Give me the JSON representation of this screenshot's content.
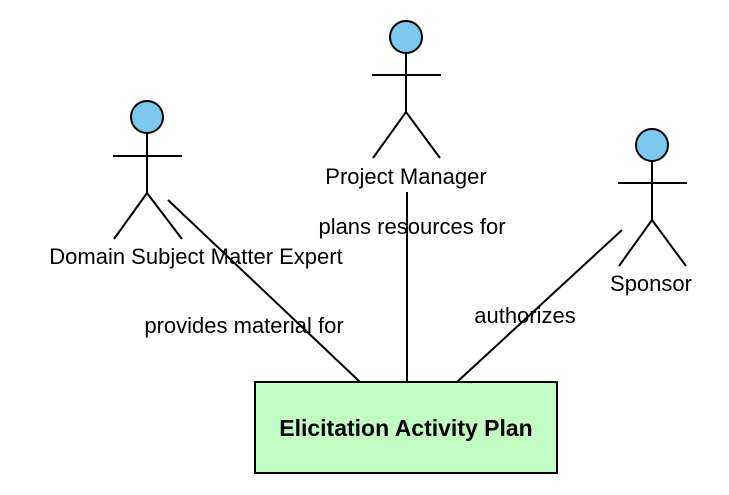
{
  "diagram": {
    "actors": [
      {
        "id": "sme",
        "name": "Domain Subject Matter Expert"
      },
      {
        "id": "pm",
        "name": "Project Manager"
      },
      {
        "id": "sponsor",
        "name": "Sponsor"
      }
    ],
    "box": {
      "label": "Elicitation Activity Plan"
    },
    "relations": [
      {
        "from": "sme",
        "label": "provides material for"
      },
      {
        "from": "pm",
        "label": "plans resources for"
      },
      {
        "from": "sponsor",
        "label": "authorizes"
      }
    ]
  },
  "colors": {
    "actor_head": "#7dc8ee",
    "box_fill": "#c2fcc2",
    "line": "#000000"
  }
}
